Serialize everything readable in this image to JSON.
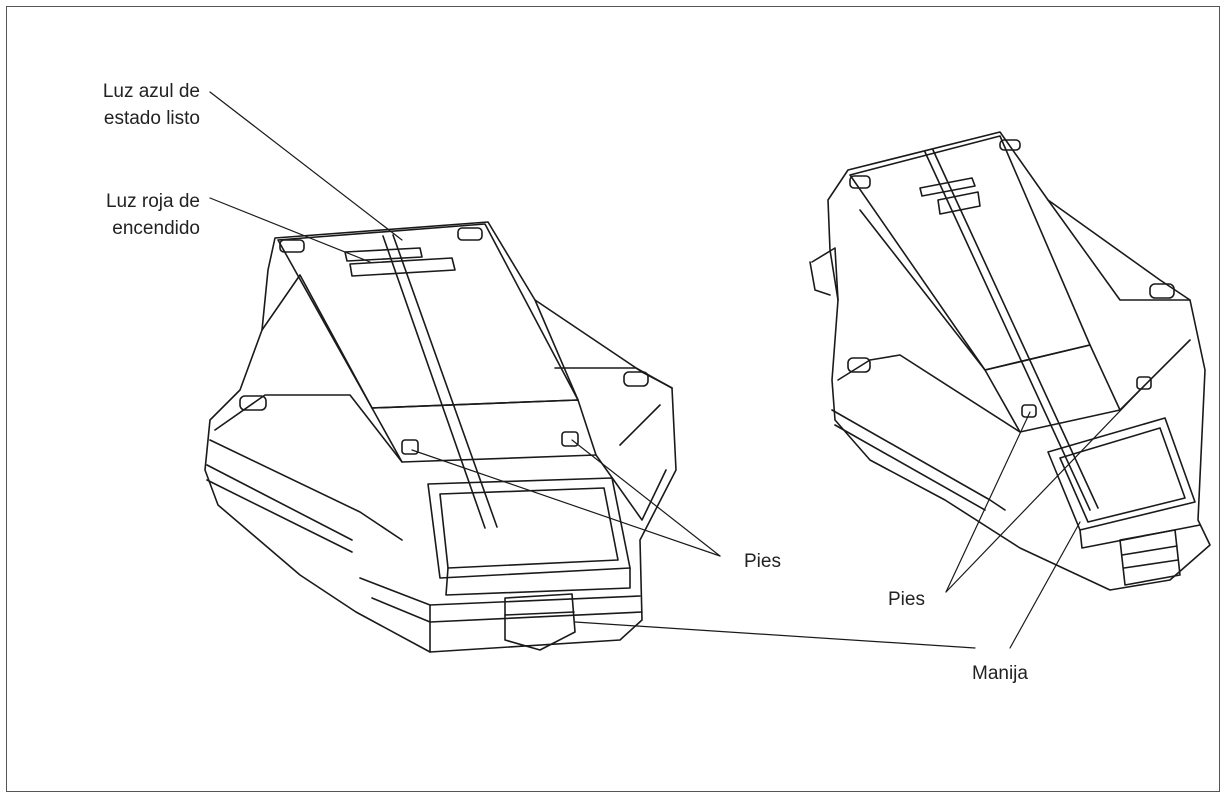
{
  "labels": {
    "blue_light": [
      "Luz azul de",
      "estado listo"
    ],
    "red_light": [
      "Luz roja de",
      "encendido"
    ],
    "feet_left": "Pies",
    "feet_right": "Pies",
    "handle": "Manija"
  },
  "colors": {
    "line": "#1a1a1a",
    "border": "#555555",
    "background": "#ffffff"
  }
}
